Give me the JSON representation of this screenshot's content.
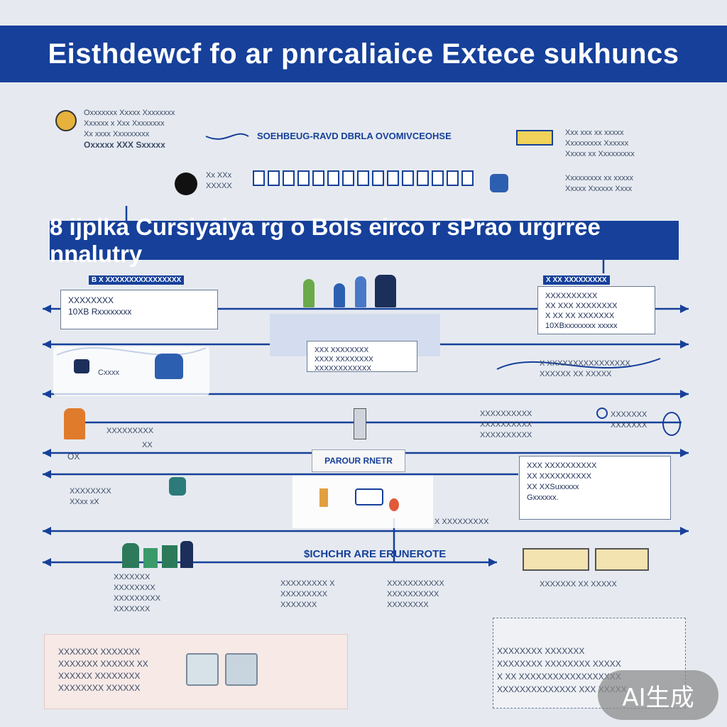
{
  "header": {
    "title": "Eisthdewcf fo ar pnrcaliaice Extece sukhuncs",
    "subtitle": "8 ijplka Cursiyaiya rg o Bols eirco r sPrao urgrree nnalutry"
  },
  "top": {
    "left_note_lines": [
      "Oxxxxxxx Xxxxx Xxxxxxxx",
      "Xxxxxx x Xxx Xxxxxxxx",
      "Xx xxxx Xxxxxxxxx",
      "Oxxxxx XXX Sxxxxx"
    ],
    "flow_label": "SOEHBEUG-RAVD DBRLA OVOMIVCEOHSE",
    "right_note_1": [
      "Xxx xxx xx xxxxx",
      "Xxxxxxxxx Xxxxxx",
      "Xxxxx xx Xxxxxxxxx"
    ],
    "right_note_2": [
      "Xxxxxxxxx xx xxxxx",
      "Xxxxx Xxxxxx Xxxx"
    ]
  },
  "mid": {
    "left_tag": "B X XXXXXXXXXXXXXXXX",
    "right_tag": "X XX XXXXXXXXX",
    "left_box": [
      "XXXXXXXX",
      "10XB Rxxxxxxxx"
    ],
    "right_box": [
      "XXXXXXXXXX",
      "XX XXX XXXXXXXX",
      "X XX XX XXXXXXX",
      "10XBxxxxxxxx xxxxx"
    ],
    "center_box": [
      "XXX XXXXXXXX",
      "XXXX XXXXXXXX",
      "XXXXXXXXXXXX"
    ],
    "left_row_label": "Cxxxx",
    "right_row_label": [
      "X XXXXXXXXXXXXXXXX",
      "XXXXXX XX XXXXX"
    ],
    "right_row2_label": [
      "XXXXXXXXXX",
      "XXXXXXXXXX",
      "XXXXXXXXXX"
    ],
    "left_small": "OX",
    "left_small2": [
      "XXXXXXXX",
      "XXxx xX"
    ],
    "center_label": "PAROUR RNETR",
    "right_box2": [
      "XXX XXXXXXXXXX",
      "XX XXXXXXXXXX",
      "XX XXSuxxxxx",
      "Gxxxxxx."
    ]
  },
  "bottom": {
    "flow_title": "$ICHCHR ARE ERUNEROTE",
    "notes_center": [
      "XXXXXXXXX X",
      "XXXXXXXXX",
      "XXXXXXX"
    ],
    "notes_center2": [
      "XXXXXXXXXXX",
      "XXXXXXXXXX",
      "XXXXXXXX"
    ],
    "left_note": [
      "XXXXXXX",
      "XXXXXXXX",
      "XXXXXXXXX",
      "XXXXXXX"
    ],
    "panel_left_lines": [
      "XXXXXXX XXXXXXX",
      "XXXXXXX XXXXXX XX",
      "XXXXXX XXXXXXXX",
      "XXXXXXXX XXXXXX"
    ],
    "panel_right_lines": [
      "XXXXXXXX XXXXXXX",
      "XXXXXXXX XXXXXXXX XXXXX",
      "X XX XXXXXXXXXXXXXXXXXX",
      "XXXXXXXXXXXXXX XXX XXXXX"
    ]
  },
  "badge": "AI生成",
  "colors": {
    "accent": "#16409a",
    "background": "#e6eaf0"
  }
}
